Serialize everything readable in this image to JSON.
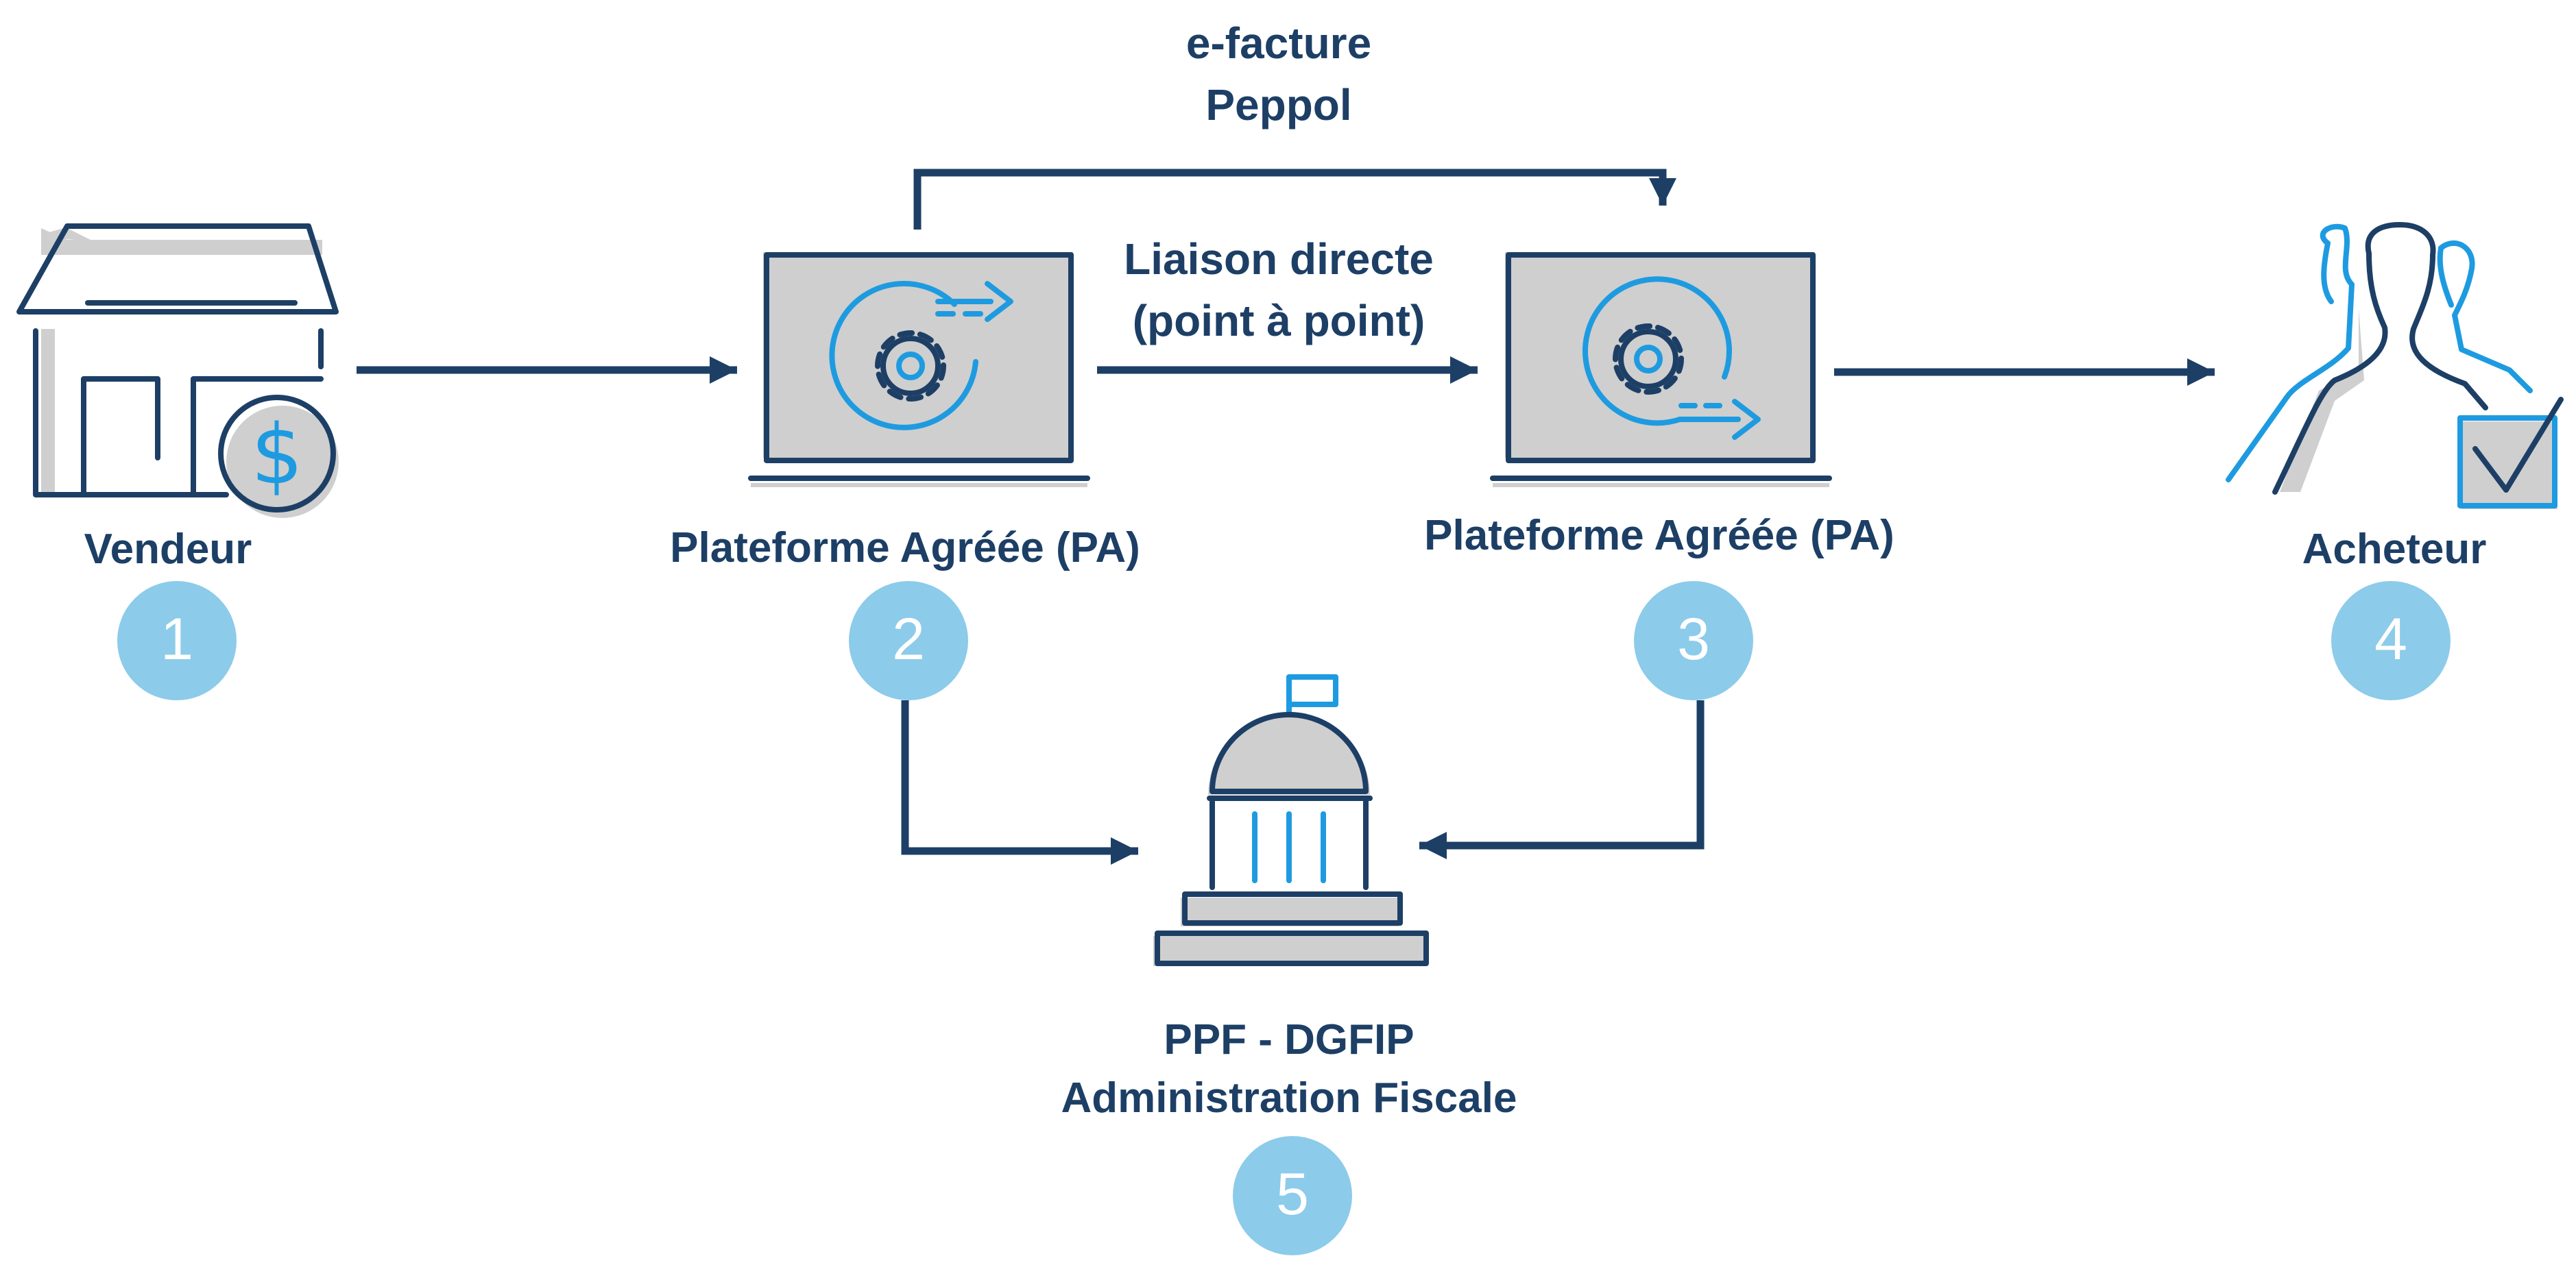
{
  "colors": {
    "dark_navy": "#1d3f66",
    "light_blue": "#1e9be0",
    "badge_blue": "#8ccbea",
    "shadow_gray": "#cfcfcf"
  },
  "nodes": {
    "seller": {
      "label": "Vendeur",
      "badge": "1",
      "icon": "shop-icon"
    },
    "pa_sender": {
      "label": "Plateforme Agréée (PA)",
      "badge": "2",
      "icon": "laptop-gear-icon"
    },
    "pa_receiver": {
      "label": "Plateforme Agréée (PA)",
      "badge": "3",
      "icon": "laptop-gear-icon"
    },
    "buyer": {
      "label": "Acheteur",
      "badge": "4",
      "icon": "users-check-icon"
    },
    "ppf": {
      "label_line1": "PPF - DGFIP",
      "label_line2": "Administration Fiscale",
      "badge": "5",
      "icon": "government-building-icon"
    }
  },
  "connections": {
    "peppol_line1": "e-facture",
    "peppol_line2": "Peppol",
    "direct_line1": "Liaison directe",
    "direct_line2": "(point à point)"
  }
}
